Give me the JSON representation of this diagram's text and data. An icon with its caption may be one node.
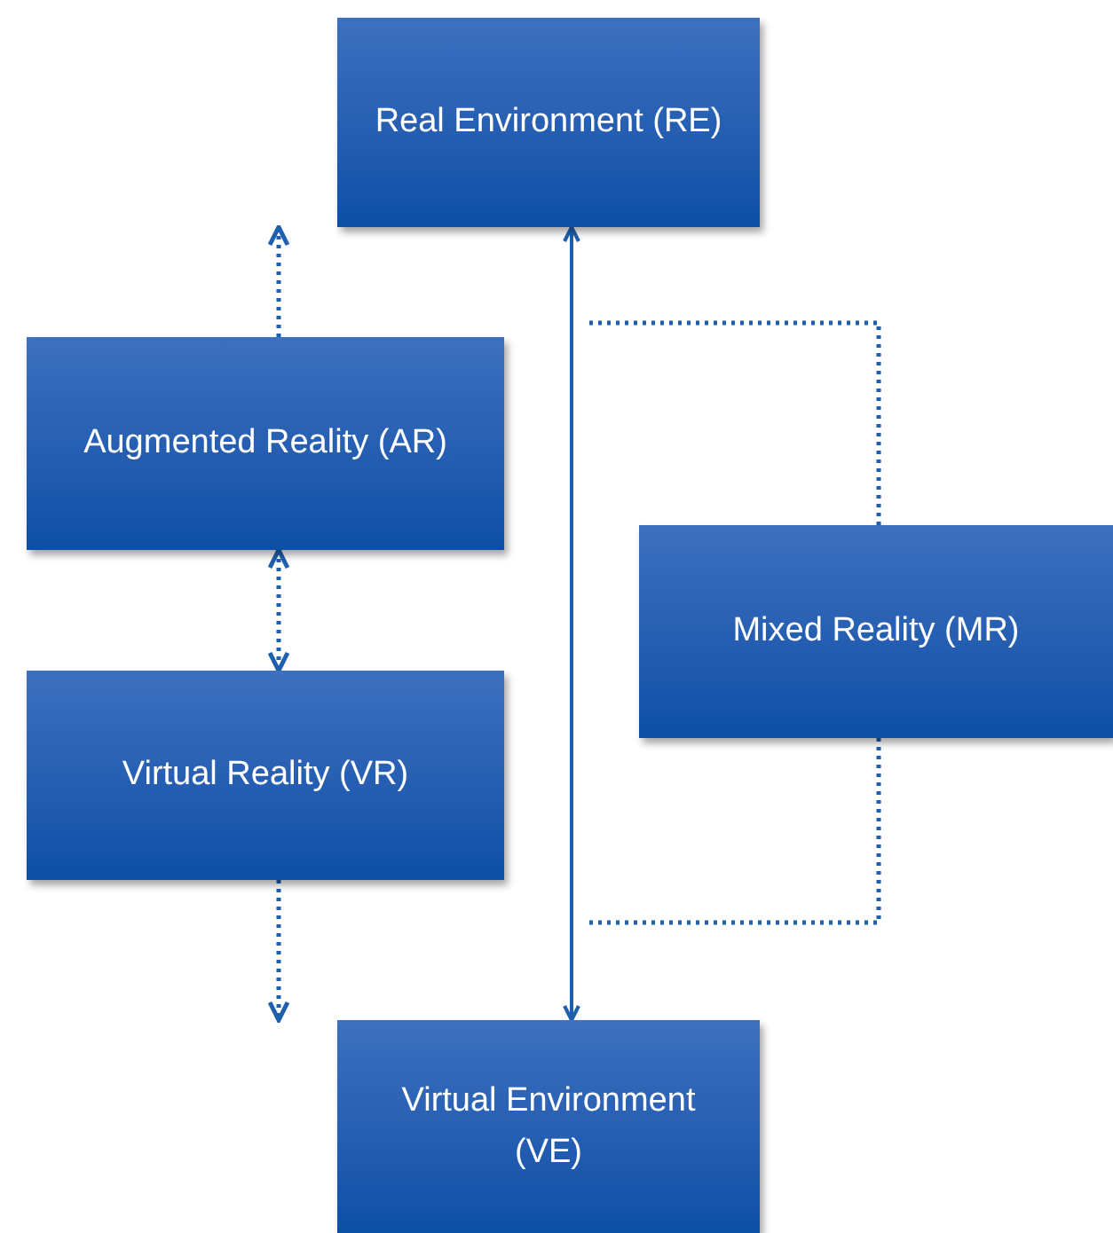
{
  "diagram": {
    "nodes": [
      {
        "text": [
          "Real Environment (RE)"
        ]
      },
      {
        "text": [
          "Augmented Reality (AR)"
        ]
      },
      {
        "text": [
          "Mixed Reality (MR)"
        ]
      },
      {
        "text": [
          "Virtual Reality (VR)"
        ]
      },
      {
        "text": [
          "Virtual Environment (VE)"
        ]
      }
    ],
    "edges": [
      {
        "from": 1,
        "to": null,
        "arrow": "to",
        "style": "dashed"
      },
      {
        "from": 1,
        "to": 3,
        "arrow": "both",
        "style": "dashed"
      },
      {
        "from": 3,
        "to": null,
        "arrow": "to",
        "style": "dashed"
      },
      {
        "from": 0,
        "to": 4,
        "arrow": "both"
      },
      {
        "from": 2,
        "to": null,
        "arrow": "none",
        "style": "dashed"
      },
      {
        "from": 2,
        "to": null,
        "arrow": "none",
        "style": "dashed"
      }
    ]
  }
}
